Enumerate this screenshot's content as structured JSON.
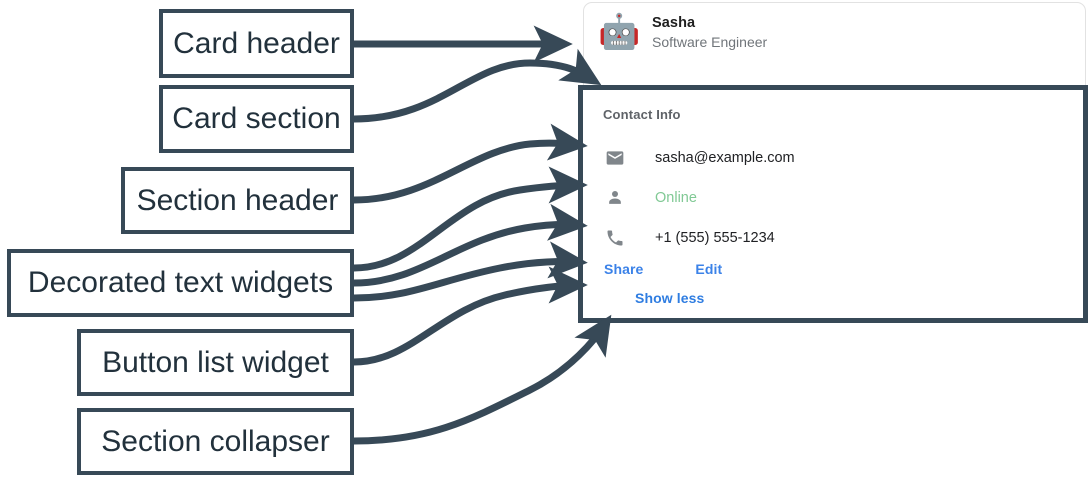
{
  "annotations": {
    "card_header": "Card header",
    "card_section": "Card section",
    "section_header": "Section header",
    "decorated_text_widgets": "Decorated text widgets",
    "button_list_widget": "Button list widget",
    "section_collapser": "Section collapser"
  },
  "card": {
    "header": {
      "avatar_glyph": "🤖",
      "avatar_icon_name": "robot-avatar-icon",
      "title": "Sasha",
      "subtitle": "Software Engineer"
    },
    "section": {
      "header": "Contact Info",
      "rows": [
        {
          "icon": "email-icon",
          "text": "sasha@example.com",
          "style": "default"
        },
        {
          "icon": "person-icon",
          "text": "Online",
          "style": "online"
        },
        {
          "icon": "phone-icon",
          "text": "+1 (555) 555-1234",
          "style": "default"
        }
      ],
      "buttons": [
        {
          "label": "Share"
        },
        {
          "label": "Edit"
        }
      ],
      "collapser": {
        "label": "Show less"
      }
    }
  },
  "colors": {
    "annotation_stroke": "#374957",
    "link_blue": "#3b82e8",
    "online_green": "#81c995",
    "icon_gray": "#80868b",
    "subtitle_gray": "#70757a",
    "section_header_gray": "#5f6368",
    "card_border": "#e2e2e2"
  }
}
